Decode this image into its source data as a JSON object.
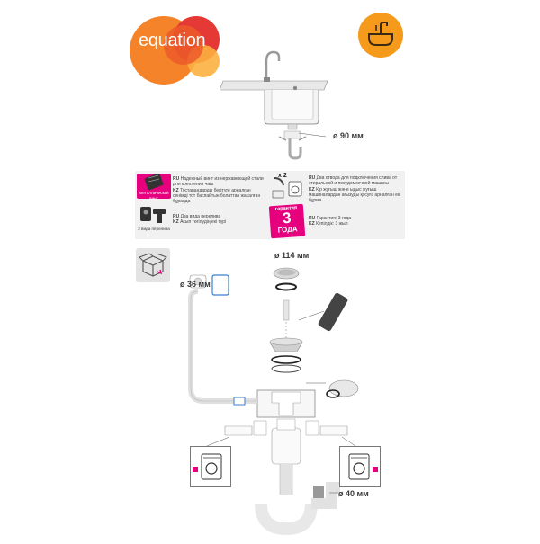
{
  "brand": {
    "logo_text": "equation",
    "colors": {
      "orange": "#f5832a",
      "red": "#e53935",
      "yellow": "#fbb040",
      "magenta": "#e6007e"
    }
  },
  "icons": {
    "sink": "sink-icon",
    "package": "package-box-icon",
    "washer": "washing-machine-icon"
  },
  "dimensions": {
    "sink_outlet": "ø 90 мм",
    "strainer": "ø 114 мм",
    "overflow": "ø 36 мм",
    "pipe": "ø 40 мм"
  },
  "features": {
    "screw": {
      "badge": "Металлический винт",
      "lines": [
        {
          "lang": "RU",
          "text": "Надежный винт из нержавеющей стали для крепления чаш"
        },
        {
          "lang": "KZ",
          "text": "Тостарандарды бекітуге арналған сенімді тот баспайтын болаттан жасалған бұранда"
        }
      ]
    },
    "outlets": {
      "badge": "x 2",
      "lines": [
        {
          "lang": "RU",
          "text": "Два отвода для подключения слива от стиральной и посудомоечной машины"
        },
        {
          "lang": "KZ",
          "text": "Кір жуғыш және ыдыс жуғыш машиналардан ағызуды қосуға арналған екі бұрма"
        }
      ]
    },
    "gaskets": {
      "caption": "2 вида переливa",
      "lines": [
        {
          "lang": "RU",
          "text": "Два вида перелива"
        },
        {
          "lang": "KZ",
          "text": "Асып төгілудің екі түрі"
        }
      ]
    },
    "warranty": {
      "top": "гарантия",
      "number": "3",
      "bottom": "ГОДА",
      "lines": [
        {
          "lang": "RU",
          "text": "Гарантия: 3 года"
        },
        {
          "lang": "KZ",
          "text": "Кепілдік: 3 жыл"
        }
      ]
    }
  }
}
